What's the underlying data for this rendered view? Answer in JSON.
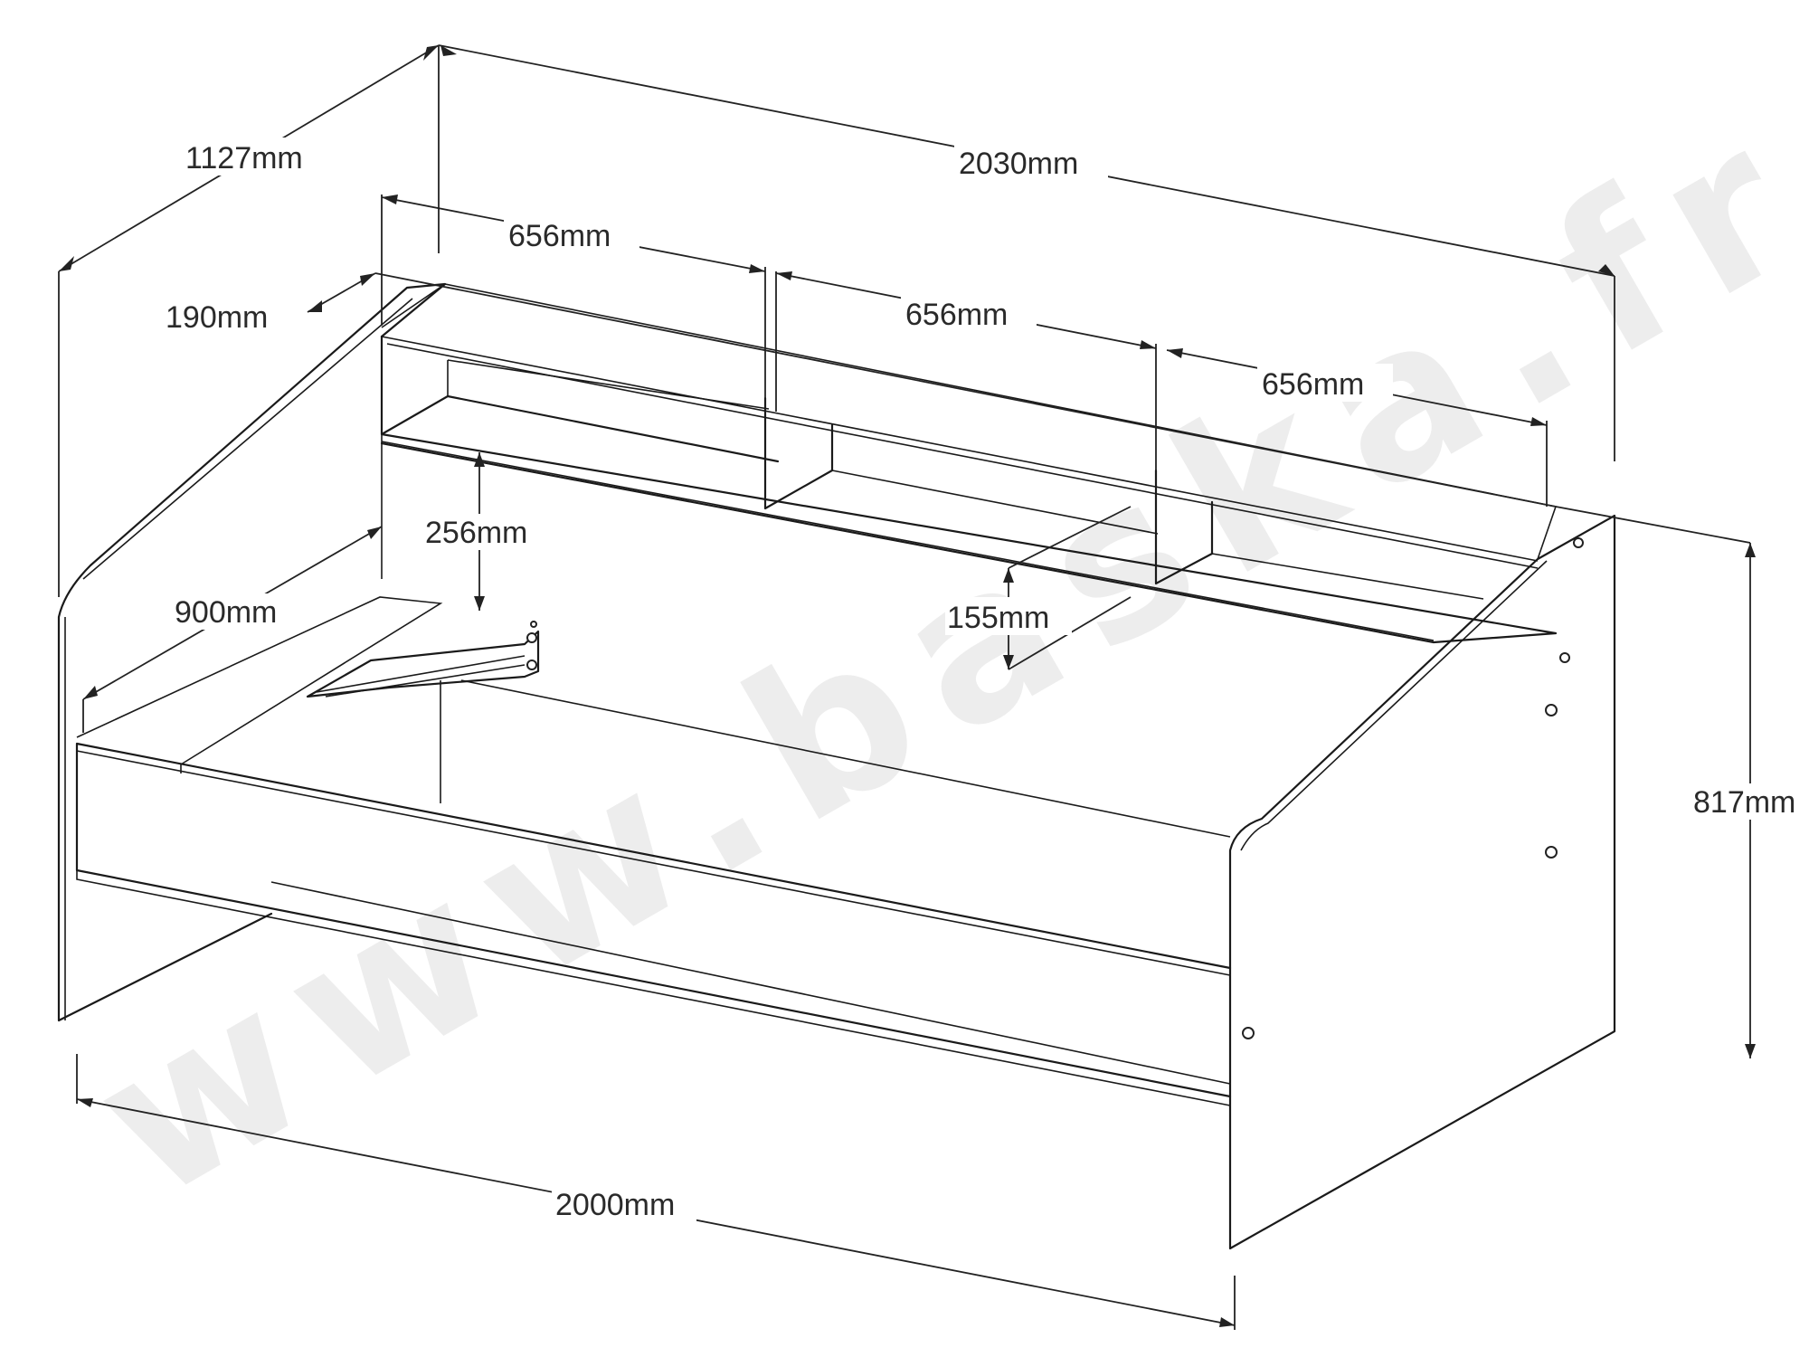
{
  "watermark": "www.baska.fr",
  "dimensions": {
    "depth_outer": "1127mm",
    "length_outer": "2030mm",
    "shelf_1_width": "656mm",
    "shelf_2_width": "656mm",
    "shelf_3_width": "656mm",
    "shelf_depth": "190mm",
    "shelf_height": "256mm",
    "mattress_width": "900mm",
    "rail_height": "155mm",
    "total_height": "817mm",
    "mattress_length": "2000mm"
  },
  "colors": {
    "line": "#1a1a1a",
    "background": "#ffffff"
  }
}
